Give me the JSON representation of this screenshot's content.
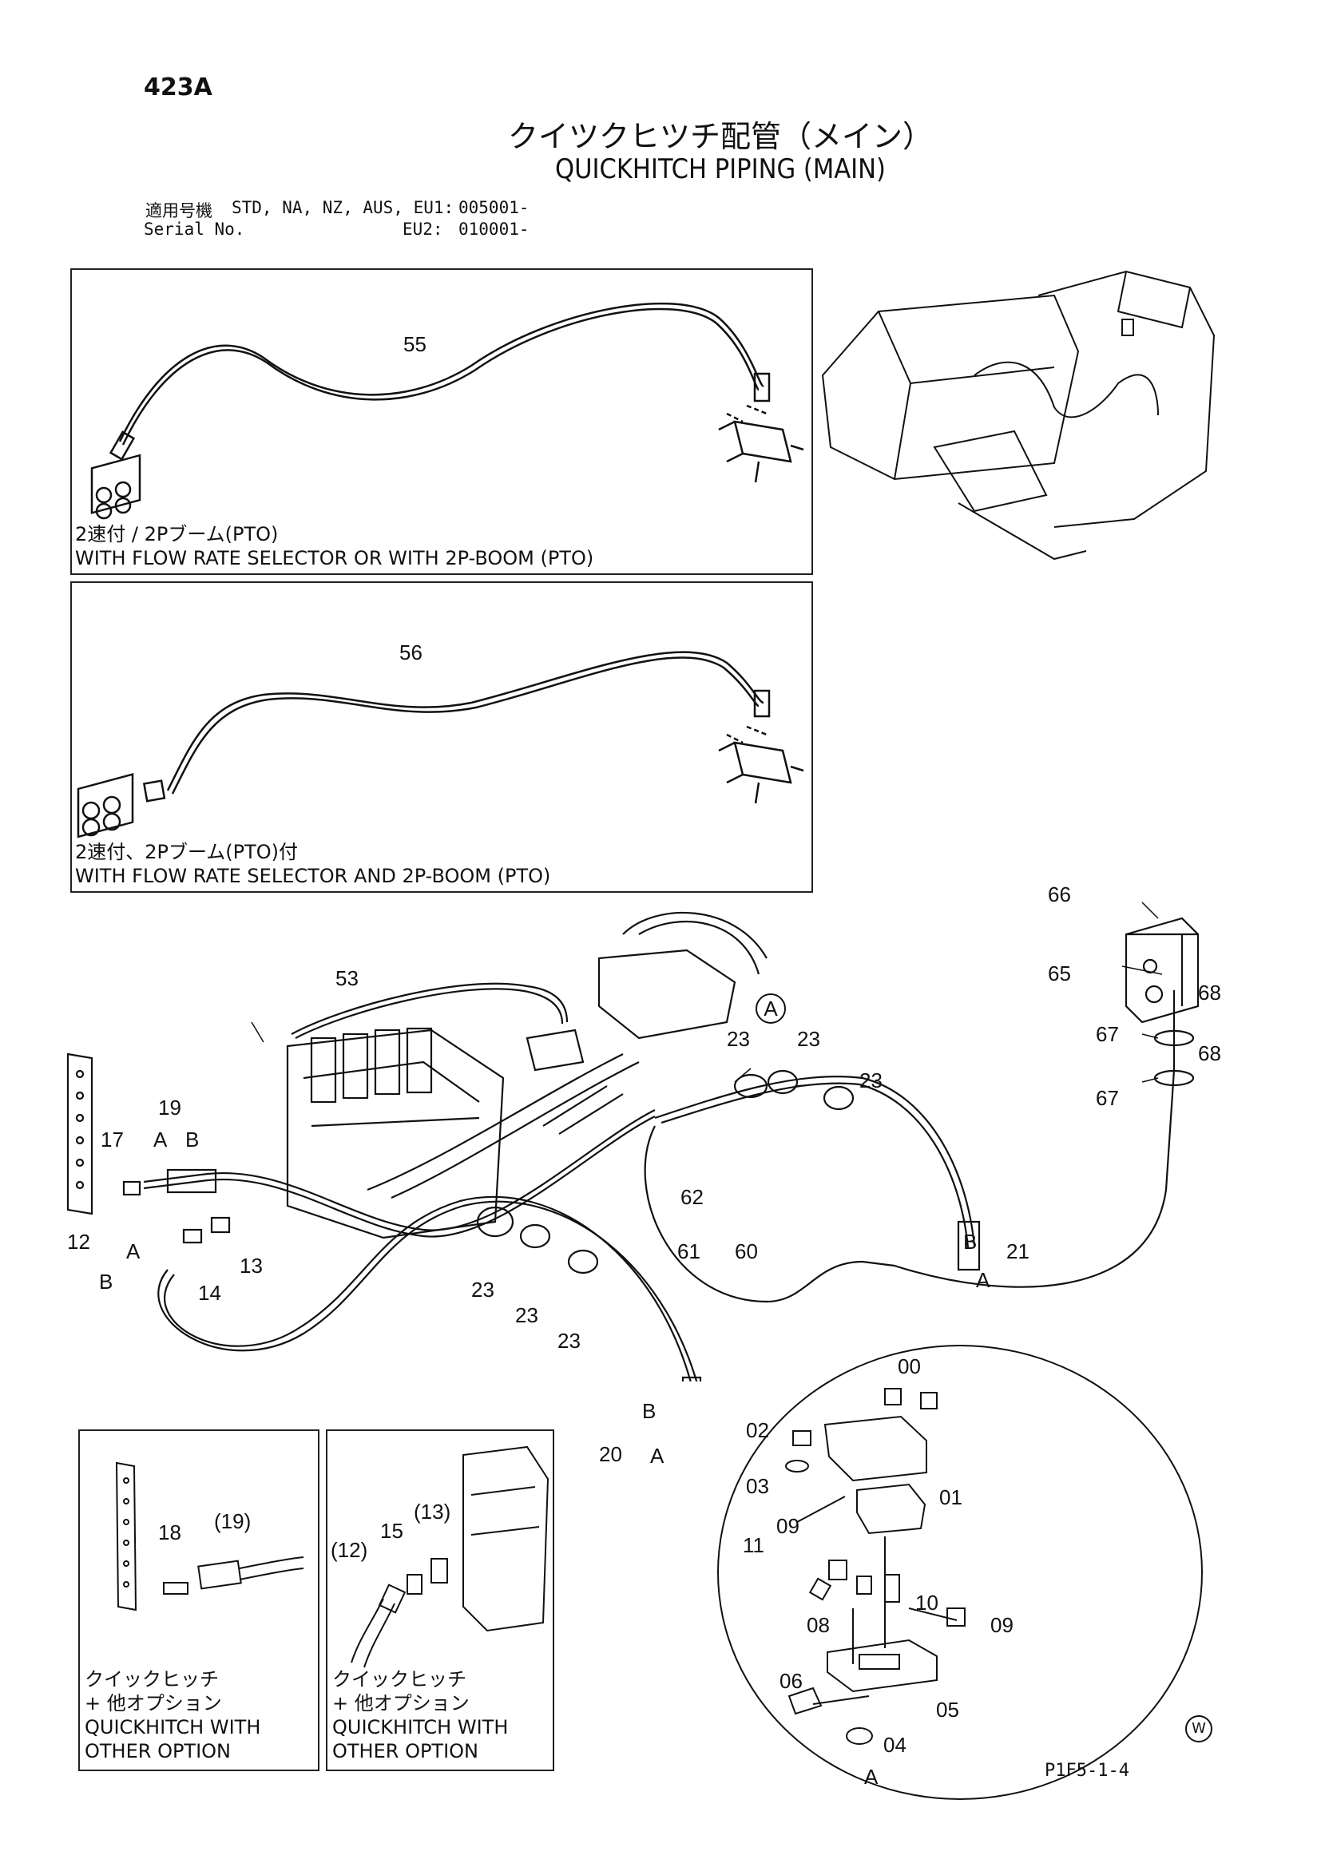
{
  "header": {
    "page_number": "423A",
    "title_jp": "クイツクヒツチ配管（メイン）",
    "title_en": "QUICKHITCH PIPING (MAIN)",
    "serial_label_jp": "適用号機",
    "serial_label_en": "Serial No.",
    "serial_models_1": "STD, NA, NZ, AUS, EU1:",
    "serial_value_1": "005001-",
    "serial_models_2": "EU2:",
    "serial_value_2": "010001-"
  },
  "panels": {
    "top": {
      "caption_jp": "2速付 / 2Pブーム(PTO)",
      "caption_en": "WITH FLOW RATE SELECTOR OR WITH 2P-BOOM (PTO)",
      "part": "55"
    },
    "middle": {
      "caption_jp": "2速付、2Pブーム(PTO)付",
      "caption_en": "WITH FLOW RATE SELECTOR AND 2P-BOOM (PTO)",
      "part": "56"
    },
    "bottom_left_1": {
      "caption_jp_1": "クイックヒッチ",
      "caption_jp_2": "+ 他オプション",
      "caption_en_1": "QUICKHITCH WITH",
      "caption_en_2": "OTHER OPTION",
      "parts": [
        "18",
        "(19)"
      ]
    },
    "bottom_left_2": {
      "caption_jp_1": "クイックヒッチ",
      "caption_jp_2": "+ 他オプション",
      "caption_en_1": "QUICKHITCH WITH",
      "caption_en_2": "OTHER OPTION",
      "parts": [
        "(12)",
        "15",
        "(13)"
      ]
    }
  },
  "main_labels": {
    "p53": "53",
    "pA_circle": "A",
    "p66": "66",
    "p65": "65",
    "p67a": "67",
    "p68a": "68",
    "p67b": "67",
    "p68b": "68",
    "p19": "19",
    "p17": "17",
    "p12": "12",
    "p14": "14",
    "p13": "13",
    "p23_1": "23",
    "p23_2": "23",
    "p23_3": "23",
    "p23_4": "23",
    "p23_5": "23",
    "p23_6": "23",
    "p62": "62",
    "p61": "61",
    "p60": "60",
    "p21": "21",
    "p20": "20",
    "A": "A",
    "B": "B"
  },
  "detail_labels": {
    "p00": "00",
    "p01": "01",
    "p02": "02",
    "p03": "03",
    "p04": "04",
    "p05": "05",
    "p06": "06",
    "p08": "08",
    "p09a": "09",
    "p09b": "09",
    "p10": "10",
    "p11": "11",
    "pA": "A"
  },
  "footer": {
    "watermark": "W",
    "code": "P1F5-1-4"
  }
}
